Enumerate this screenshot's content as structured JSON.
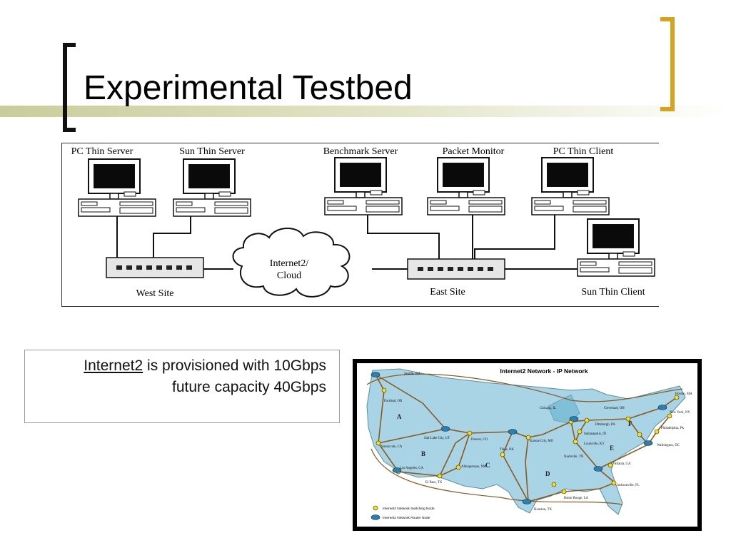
{
  "slide": {
    "title": "Experimental Testbed"
  },
  "testbed": {
    "machines": [
      {
        "label": "PC Thin Server"
      },
      {
        "label": "Sun Thin Server"
      },
      {
        "label": "Benchmark Server"
      },
      {
        "label": "Packet Monitor"
      },
      {
        "label": "PC Thin Client"
      },
      {
        "label": "Sun Thin Client"
      }
    ],
    "cloud_line1": "Internet2/",
    "cloud_line2": "Cloud",
    "west_site": "West Site",
    "east_site": "East Site"
  },
  "caption": {
    "link_text": "Internet2",
    "line1_rest": " is provisioned with 10Gbps",
    "line2": "future capacity 40Gbps"
  },
  "map": {
    "title": "Internet2 Network - IP Network",
    "regions": [
      "A",
      "B",
      "C",
      "D",
      "E",
      "F"
    ],
    "cities": [
      "Seattle, WA",
      "Portland, OR",
      "Sunnyvale, CA",
      "Los Angeles, CA",
      "El Paso, TX",
      "Salt Lake City, UT",
      "Denver, CO",
      "Albuquerque, NM",
      "Tulsa, OK",
      "Kansas City, MO",
      "Houston, TX",
      "Baton Rouge, LA",
      "Chicago, IL",
      "Indianapolis, IN",
      "Louisville, KY",
      "Nashville, TN",
      "Atlanta, GA",
      "Jacksonville, FL",
      "Cleveland, OH",
      "Pittsburgh, PA",
      "Washington, DC",
      "Philadelphia, PA",
      "New York, NY",
      "Boston, MA"
    ],
    "legend_switch": "Internet2 Network Switching Node",
    "legend_router": "Internet2 Network Router Node"
  },
  "colors": {
    "accent": "#d9a21b",
    "band": "#c9cc9a",
    "map_land": "#a9d4e6",
    "map_route": "#8a5a1e"
  }
}
